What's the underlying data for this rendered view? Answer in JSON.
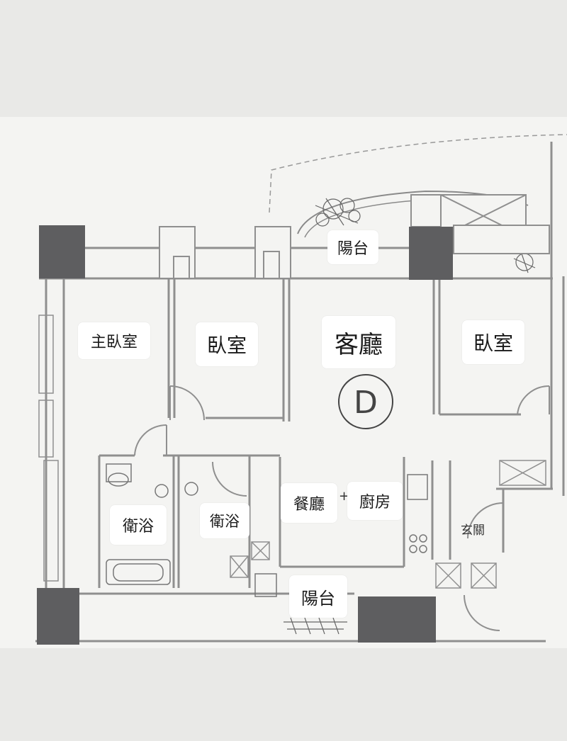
{
  "colors": {
    "paper": "#f4f4f2",
    "wall": "#8f8f8f",
    "pillar": "#5e5e60",
    "label_bg": "#ffffff",
    "background": "#e9e9e7"
  },
  "floor_plan": {
    "unit_marker": "D",
    "labels": {
      "balcony_top": "陽台",
      "master_bedroom": "主臥室",
      "bedroom_left": "臥室",
      "living_room": "客廳",
      "bedroom_right": "臥室",
      "bathroom_left": "衛浴",
      "bathroom_right": "衛浴",
      "dining_room": "餐廳",
      "plus_sign": "+",
      "kitchen": "廚房",
      "entrance": "玄關",
      "balcony_bottom": "陽台"
    }
  }
}
